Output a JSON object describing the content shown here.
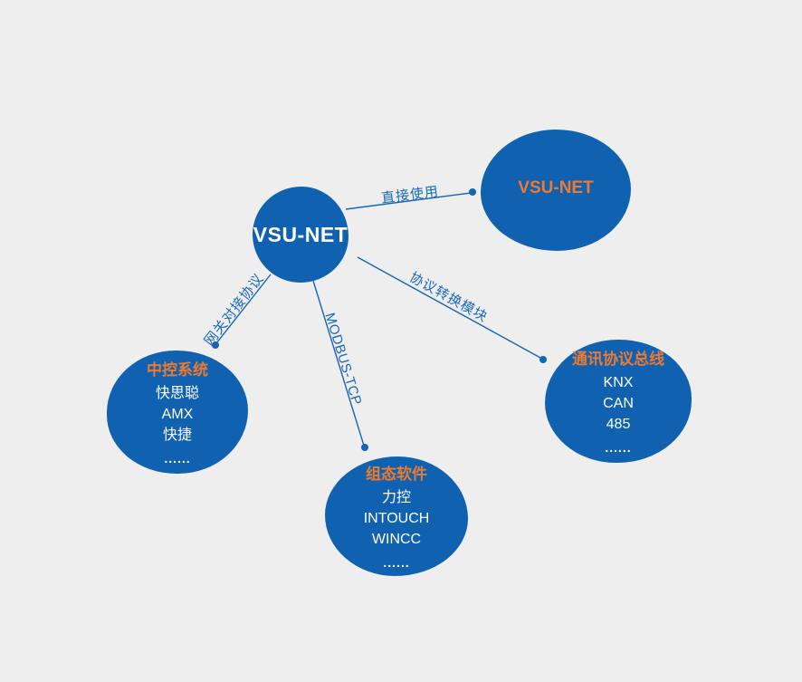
{
  "diagram": {
    "background_color": "#eeeeee",
    "node_color": "#1062b1",
    "accent_color": "#ed7a2e",
    "line_color": "#1a6ab8",
    "center_node": {
      "label": "VSU-NET"
    },
    "nodes": [
      {
        "id": "vsu-net-direct",
        "title": "VSU-NET",
        "items": []
      },
      {
        "id": "central-control-system",
        "title": "中控系统",
        "items": [
          "快思聪",
          "AMX",
          "快捷",
          "......"
        ]
      },
      {
        "id": "scada-software",
        "title": "组态软件",
        "items": [
          "力控",
          "INTOUCH",
          "WINCC",
          "......"
        ]
      },
      {
        "id": "protocol-bus",
        "title": "通讯协议总线",
        "items": [
          "KNX",
          "CAN",
          "485",
          "......"
        ]
      }
    ],
    "edges": [
      {
        "from": "VSU-NET",
        "to": "VSU-NET",
        "label": "直接使用"
      },
      {
        "from": "VSU-NET",
        "to": "中控系统",
        "label": "网关对接协议"
      },
      {
        "from": "VSU-NET",
        "to": "组态软件",
        "label": "MODBUS-TCP"
      },
      {
        "from": "VSU-NET",
        "to": "通讯协议总线",
        "label": "协议转换模块"
      }
    ]
  }
}
